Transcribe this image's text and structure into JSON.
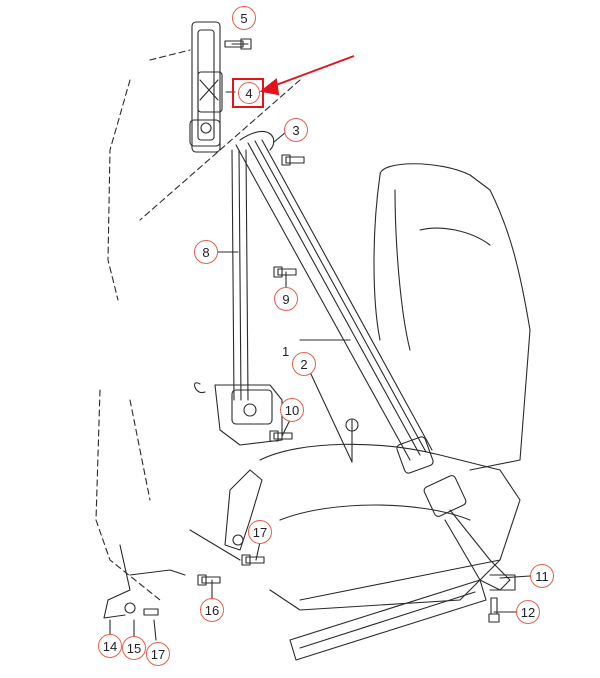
{
  "callouts": {
    "c1": "1",
    "c2": "2",
    "c3": "3",
    "c4": "4",
    "c5": "5",
    "c8": "8",
    "c9": "9",
    "c10": "10",
    "c11": "11",
    "c12": "12",
    "c14": "14",
    "c15": "15",
    "c16": "16",
    "c17a": "17",
    "c17b": "17"
  },
  "colors": {
    "callout_ring": "#e2604a",
    "highlight": "#e0141c",
    "line": "#2b2b2b"
  }
}
